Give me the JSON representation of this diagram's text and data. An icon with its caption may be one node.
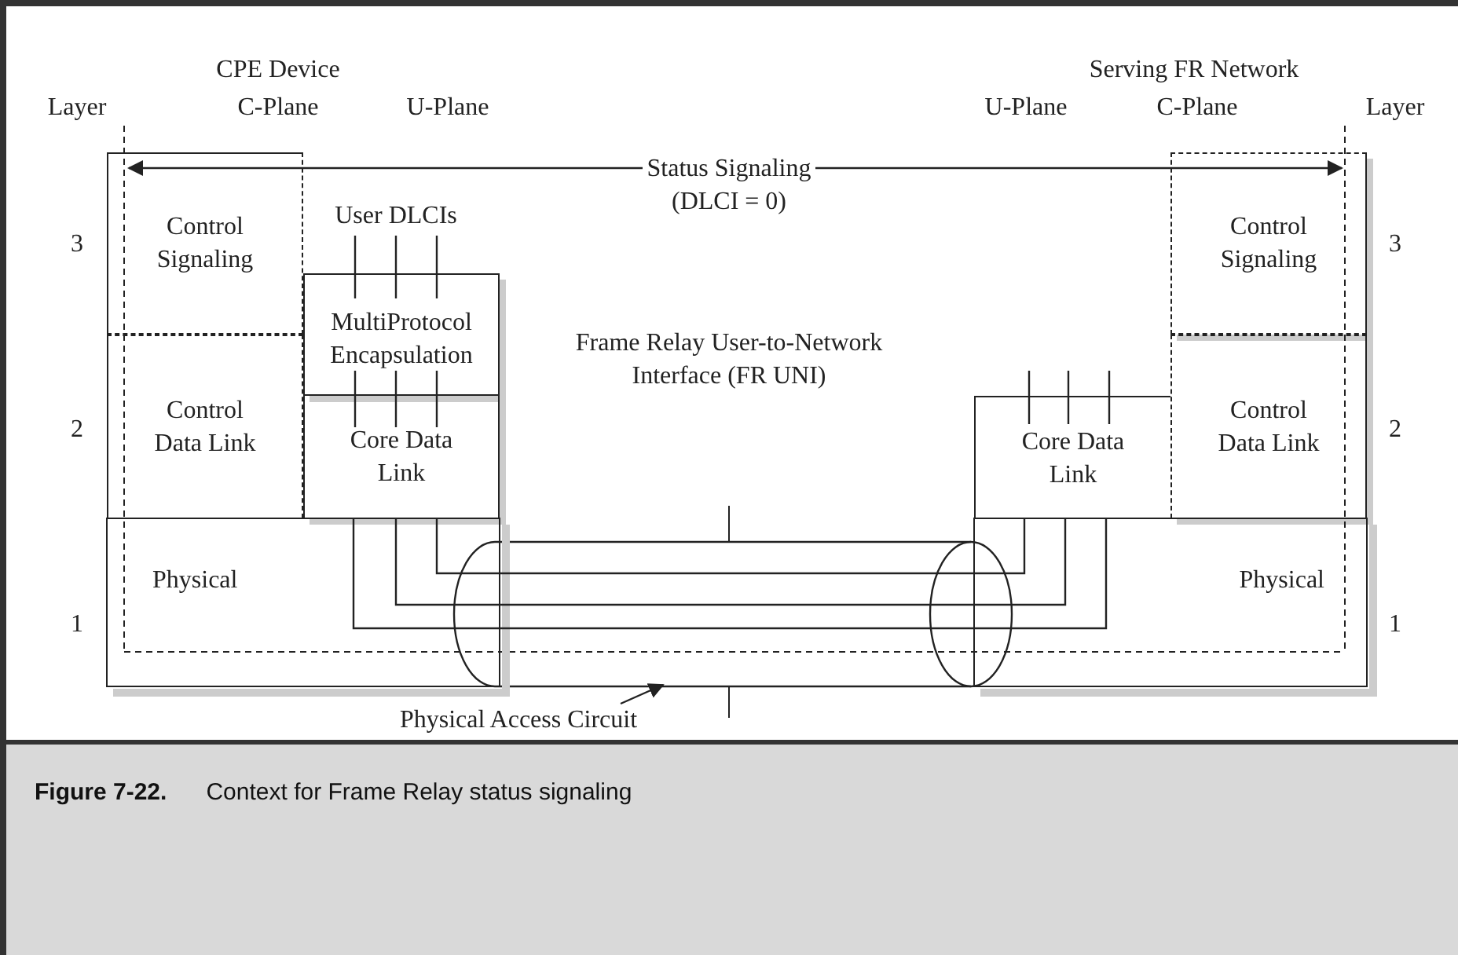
{
  "diagram": {
    "caption": "**Figure 7-22.**      Context for Frame Relay status signaling",
    "nodes": [
      {
        "text": [
          "Control Signaling"
        ]
      },
      {
        "text": [
          "Control Data Link"
        ]
      },
      {
        "text": [
          "MultiProtocol Encapsulation"
        ]
      },
      {
        "text": [
          "Core Data Link"
        ]
      },
      {
        "text": [
          "Physical"
        ]
      },
      {
        "text": [
          "Core Data Link"
        ]
      },
      {
        "text": [
          "Control Signaling"
        ]
      },
      {
        "text": [
          "Control Data Link"
        ]
      },
      {
        "text": [
          "Physical"
        ]
      },
      {
        "text": [
          "Physical Access Circuit"
        ]
      },
      {
        "text": [
          "User DLCIs"
        ]
      }
    ],
    "edges": [
      {
        "from": 0,
        "to": 6,
        "arrow": "both",
        "label": "Status Signaling (DLCI = 0)"
      },
      {
        "from": 3,
        "to": 5,
        "arrow": "none"
      },
      {
        "from": 3,
        "to": 5,
        "arrow": "none"
      },
      {
        "from": 3,
        "to": 5,
        "arrow": "none"
      },
      {
        "from": 9,
        "to": null,
        "arrow": "to"
      },
      {
        "from": 10,
        "to": 2,
        "arrow": "none"
      },
      {
        "from": 10,
        "to": 2,
        "arrow": "none"
      },
      {
        "from": 10,
        "to": 2,
        "arrow": "none"
      },
      {
        "from": 2,
        "to": 3,
        "arrow": "none"
      },
      {
        "from": 2,
        "to": 3,
        "arrow": "none"
      },
      {
        "from": 2,
        "to": 3,
        "arrow": "none"
      },
      {
        "from": null,
        "to": 5,
        "arrow": "none"
      },
      {
        "from": null,
        "to": 5,
        "arrow": "none"
      },
      {
        "from": null,
        "to": 5,
        "arrow": "none"
      }
    ],
    "labels": [
      "CPE Device",
      "Layer",
      "C-Plane",
      "U-Plane",
      "Serving FR Network",
      "U-Plane",
      "C-Plane",
      "Layer",
      "3",
      "3",
      "Frame Relay User-to-Network Interface (FR UNI)",
      "2",
      "2",
      "1",
      "1"
    ]
  }
}
